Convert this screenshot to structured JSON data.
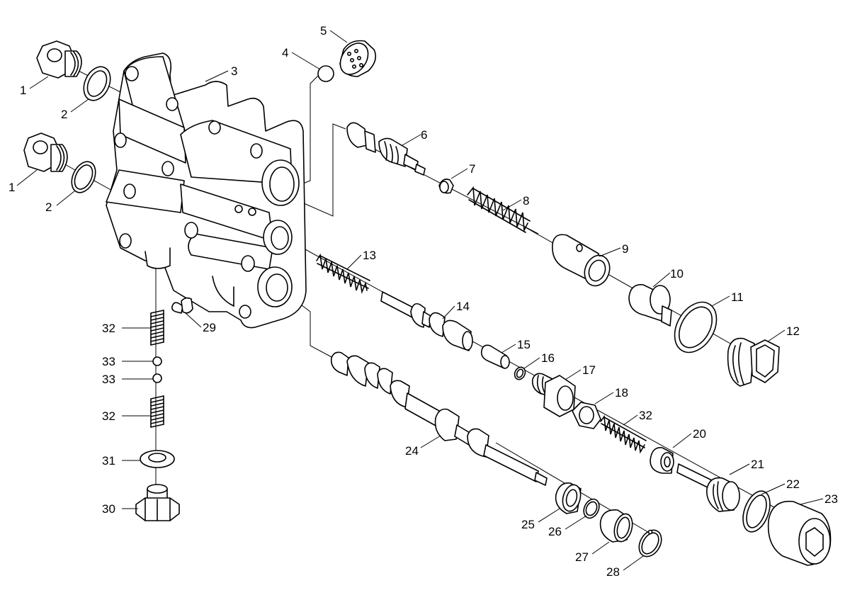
{
  "callouts": [
    {
      "id": "c1a",
      "text": "1"
    },
    {
      "id": "c1b",
      "text": "1"
    },
    {
      "id": "c2a",
      "text": "2"
    },
    {
      "id": "c2b",
      "text": "2"
    },
    {
      "id": "c3",
      "text": "3"
    },
    {
      "id": "c4",
      "text": "4"
    },
    {
      "id": "c5",
      "text": "5"
    },
    {
      "id": "c6",
      "text": "6"
    },
    {
      "id": "c7",
      "text": "7"
    },
    {
      "id": "c8",
      "text": "8"
    },
    {
      "id": "c9",
      "text": "9"
    },
    {
      "id": "c10",
      "text": "10"
    },
    {
      "id": "c11",
      "text": "11"
    },
    {
      "id": "c12",
      "text": "12"
    },
    {
      "id": "c13",
      "text": "13"
    },
    {
      "id": "c14",
      "text": "14"
    },
    {
      "id": "c15",
      "text": "15"
    },
    {
      "id": "c16",
      "text": "16"
    },
    {
      "id": "c17",
      "text": "17"
    },
    {
      "id": "c18",
      "text": "18"
    },
    {
      "id": "c32a",
      "text": "32"
    },
    {
      "id": "c20",
      "text": "20"
    },
    {
      "id": "c21",
      "text": "21"
    },
    {
      "id": "c22",
      "text": "22"
    },
    {
      "id": "c23",
      "text": "23"
    },
    {
      "id": "c24",
      "text": "24"
    },
    {
      "id": "c25",
      "text": "25"
    },
    {
      "id": "c26",
      "text": "26"
    },
    {
      "id": "c27",
      "text": "27"
    },
    {
      "id": "c28",
      "text": "28"
    },
    {
      "id": "c29",
      "text": "29"
    },
    {
      "id": "c30",
      "text": "30"
    },
    {
      "id": "c31",
      "text": "31"
    },
    {
      "id": "c32b",
      "text": "32"
    },
    {
      "id": "c32c",
      "text": "32"
    },
    {
      "id": "c33a",
      "text": "33"
    },
    {
      "id": "c33b",
      "text": "33"
    }
  ]
}
